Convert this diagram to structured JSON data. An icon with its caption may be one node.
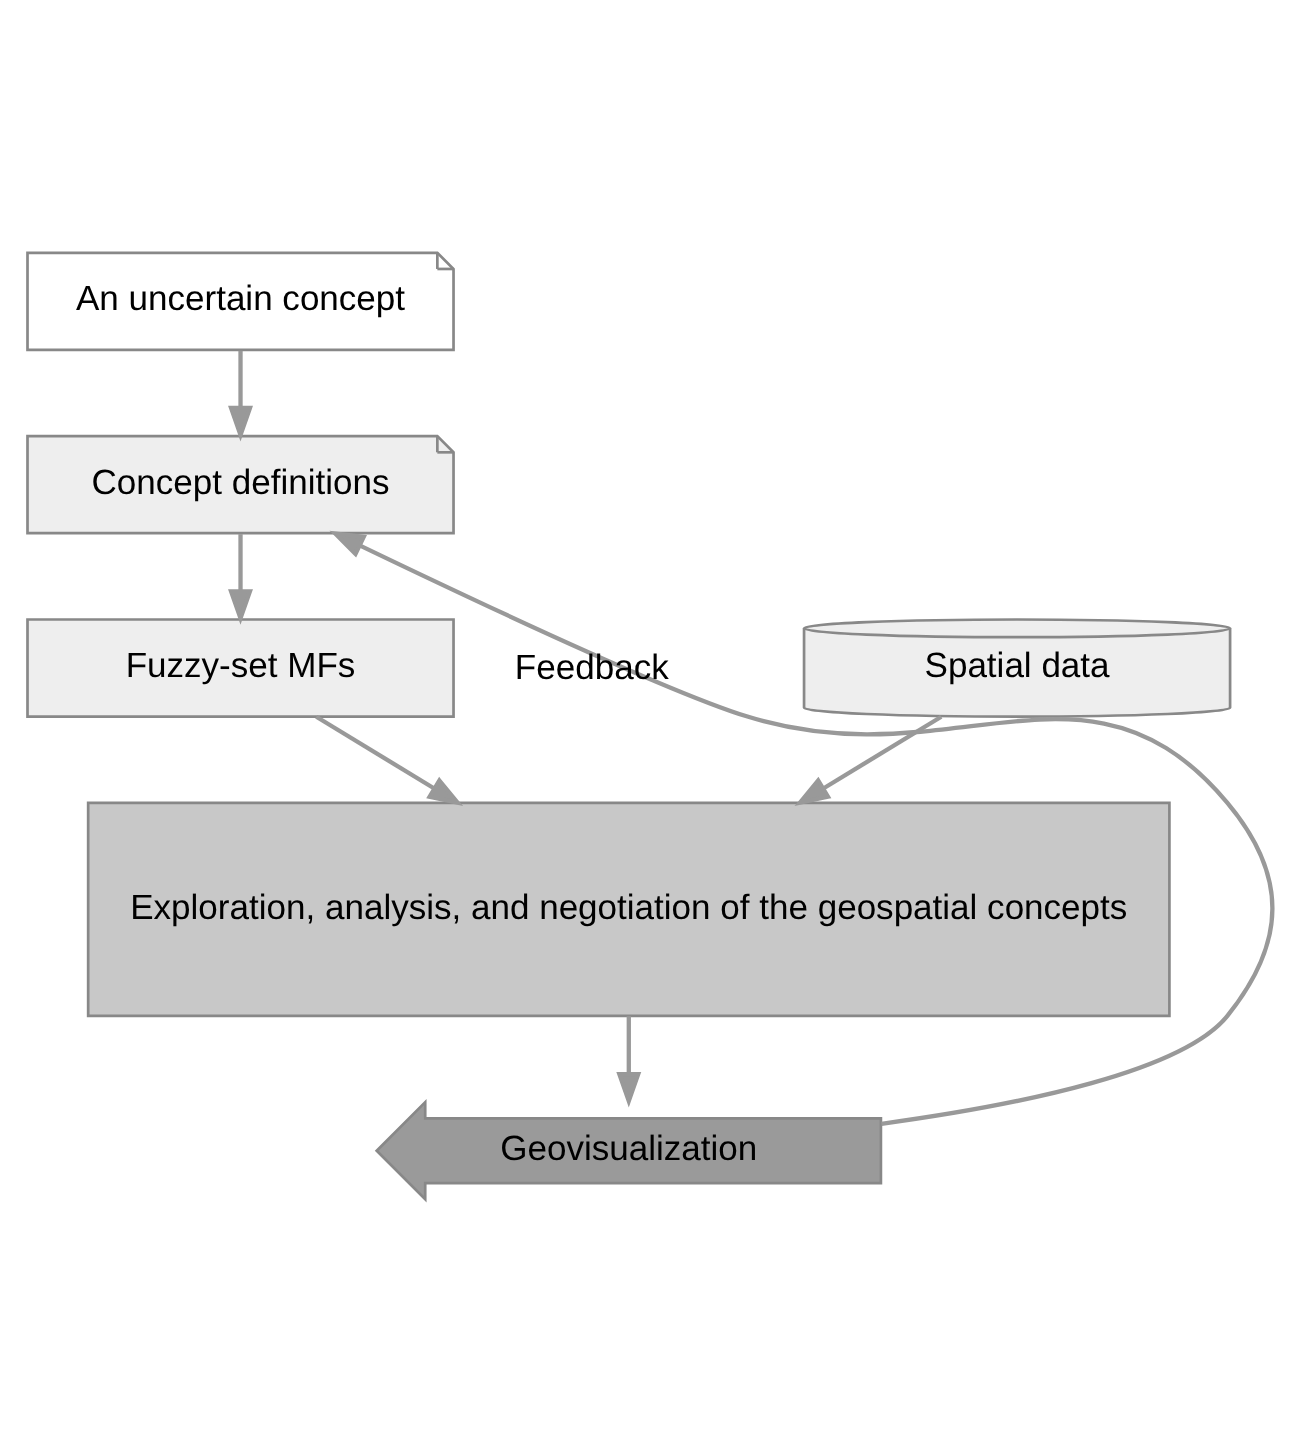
{
  "diagram": {
    "nodes": [
      {
        "text": [
          "An uncertain concept"
        ]
      },
      {
        "text": [
          "Concept definitions"
        ]
      },
      {
        "text": [
          "Fuzzy-set MFs"
        ]
      },
      {
        "text": [
          "Spatial data"
        ]
      },
      {
        "text": [
          "Exploration, analysis, and negotiation of the geospatial concepts"
        ]
      },
      {
        "text": [
          "Geovisualization"
        ]
      }
    ],
    "edges": [
      {
        "from": 0,
        "to": 1,
        "arrow": "to"
      },
      {
        "from": 1,
        "to": 2,
        "arrow": "to"
      },
      {
        "from": 2,
        "to": 4,
        "arrow": "to"
      },
      {
        "from": 3,
        "to": 4,
        "arrow": "to"
      },
      {
        "from": 4,
        "to": 5,
        "arrow": "to"
      },
      {
        "from": 5,
        "to": 1,
        "arrow": "to",
        "label": "Feedback"
      }
    ]
  }
}
